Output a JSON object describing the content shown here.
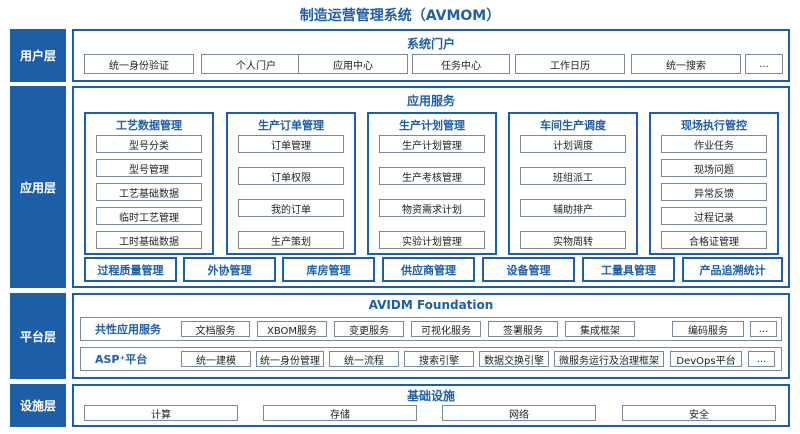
{
  "title": "制造运营管理系统（AVMOM）",
  "layers": {
    "user": {
      "label": "用户层",
      "heading": "系统门户",
      "items": [
        "统一身份验证",
        "个人门户",
        "应用中心",
        "任务中心",
        "工作日历",
        "统一搜索",
        "..."
      ]
    },
    "app": {
      "label": "应用层",
      "heading": "应用服务",
      "modules": [
        {
          "title": "工艺数据管理",
          "items": [
            "型号分类",
            "型号管理",
            "工艺基础数据",
            "临时工艺管理",
            "工时基础数据"
          ]
        },
        {
          "title": "生产订单管理",
          "items": [
            "订单管理",
            "订单权限",
            "我的订单",
            "生产策划"
          ]
        },
        {
          "title": "生产计划管理",
          "items": [
            "生产计划管理",
            "生产考核管理",
            "物资需求计划",
            "实验计划管理"
          ]
        },
        {
          "title": "车间生产调度",
          "items": [
            "计划调度",
            "班组派工",
            "辅助排产",
            "实物周转"
          ]
        },
        {
          "title": "现场执行管控",
          "items": [
            "作业任务",
            "现场问题",
            "异常反馈",
            "过程记录",
            "合格证管理"
          ]
        }
      ],
      "bottom": [
        "过程质量管理",
        "外协管理",
        "库房管理",
        "供应商管理",
        "设备管理",
        "工量具管理",
        "产品追溯统计"
      ]
    },
    "platform": {
      "label": "平台层",
      "heading": "AVIDM Foundation",
      "rows": [
        {
          "label": "共性应用服务",
          "items": [
            "文档服务",
            "XBOM服务",
            "变更服务",
            "可视化服务",
            "签署服务",
            "集成框架",
            "编码服务",
            "..."
          ]
        },
        {
          "label": "ASP⁺平台",
          "items": [
            "统一建模",
            "统一身份管理",
            "统一流程",
            "搜索引擎",
            "数据交换引擎",
            "微服务运行及治理框架",
            "DevOps平台",
            "..."
          ]
        }
      ]
    },
    "infra": {
      "label": "设施层",
      "heading": "基础设施",
      "items": [
        "计算",
        "存储",
        "网络",
        "安全"
      ]
    }
  },
  "colors": {
    "accent": "#1d5ea8",
    "border": "#7a8a9c"
  }
}
